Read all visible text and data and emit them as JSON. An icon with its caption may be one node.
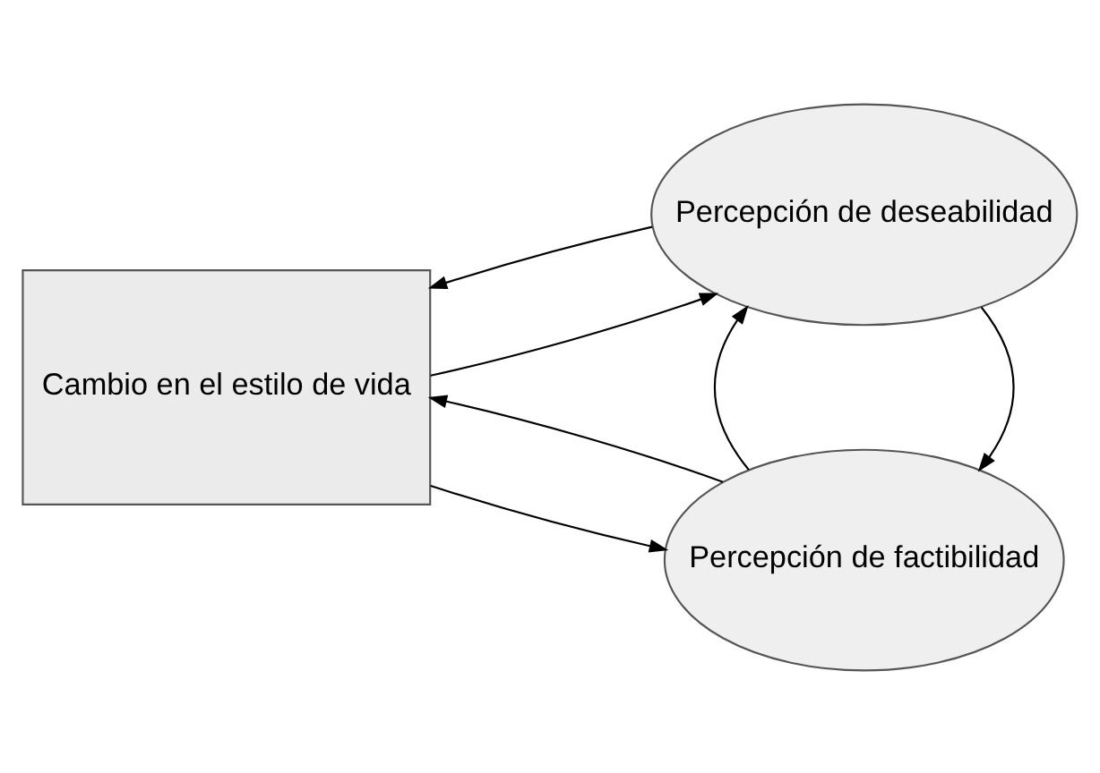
{
  "diagram": {
    "nodes": [
      {
        "text": [
          "Cambio en el estilo de vida"
        ]
      },
      {
        "text": [
          "Percepción de deseabilidad"
        ]
      },
      {
        "text": [
          "Percepción de factibilidad"
        ]
      }
    ],
    "edges": [
      {
        "from": 1,
        "to": 0,
        "arrow": "to"
      },
      {
        "from": 0,
        "to": 1,
        "arrow": "to"
      },
      {
        "from": 1,
        "to": 2,
        "arrow": "to"
      },
      {
        "from": 2,
        "to": 1,
        "arrow": "to"
      },
      {
        "from": 2,
        "to": 0,
        "arrow": "to"
      },
      {
        "from": 0,
        "to": 2,
        "arrow": "to"
      }
    ]
  }
}
